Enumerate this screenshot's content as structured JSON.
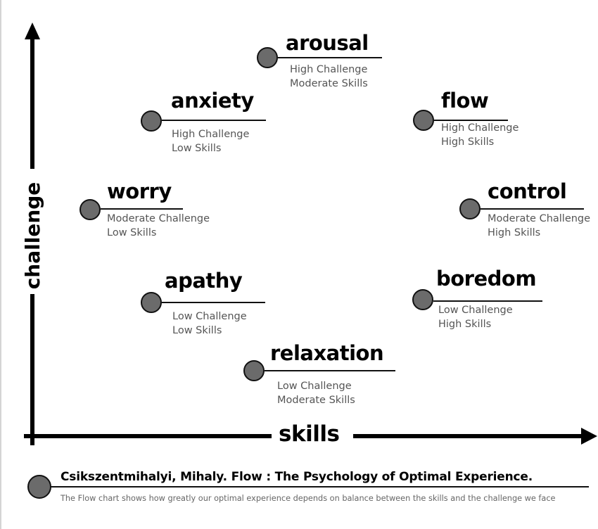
{
  "diagram": {
    "axes": {
      "x_label": "skills",
      "y_label": "challenge"
    },
    "colors": {
      "dot_fill": "#6b6b6b",
      "dot_stroke": "#111111",
      "title_text": "#000000",
      "description_text": "#555555"
    },
    "states": [
      {
        "id": "arousal",
        "title": "arousal",
        "line1": "High Challenge",
        "line2": "Moderate Skills",
        "challenge": "High",
        "skills": "Moderate"
      },
      {
        "id": "anxiety",
        "title": "anxiety",
        "line1": "High Challenge",
        "line2": "Low Skills",
        "challenge": "High",
        "skills": "Low"
      },
      {
        "id": "flow",
        "title": "flow",
        "line1": "High Challenge",
        "line2": "High Skills",
        "challenge": "High",
        "skills": "High"
      },
      {
        "id": "worry",
        "title": "worry",
        "line1": "Moderate Challenge",
        "line2": "Low Skills",
        "challenge": "Moderate",
        "skills": "Low"
      },
      {
        "id": "control",
        "title": "control",
        "line1": "Moderate Challenge",
        "line2": "High Skills",
        "challenge": "Moderate",
        "skills": "High"
      },
      {
        "id": "apathy",
        "title": "apathy",
        "line1": "Low Challenge",
        "line2": "Low Skills",
        "challenge": "Low",
        "skills": "Low"
      },
      {
        "id": "boredom",
        "title": "boredom",
        "line1": "Low Challenge",
        "line2": "High Skills",
        "challenge": "Low",
        "skills": "High"
      },
      {
        "id": "relaxation",
        "title": "relaxation",
        "line1": "Low Challenge",
        "line2": "Moderate Skills",
        "challenge": "Low",
        "skills": "Moderate"
      }
    ]
  },
  "footer": {
    "citation": "Csikszentmihalyi, Mihaly. Flow : The Psychology of Optimal Experience.",
    "caption": "The Flow chart shows how greatly our optimal experience depends on balance between the skills and the challenge we face"
  }
}
